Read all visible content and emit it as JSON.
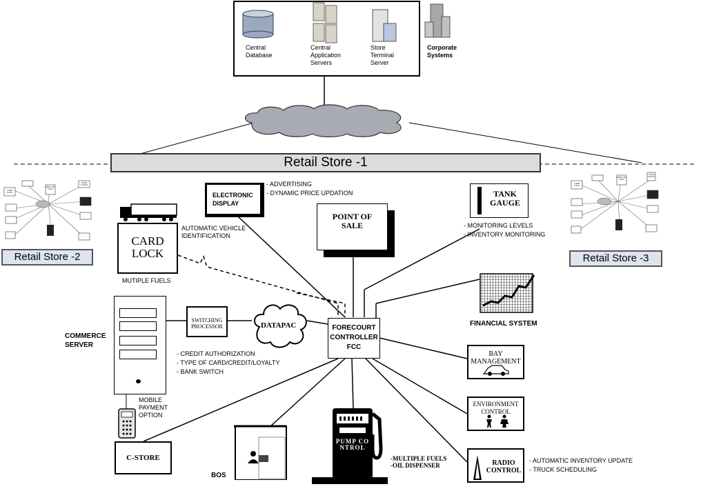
{
  "corporate": {
    "central_database": "Central Database",
    "central_app_servers": "Central Application Servers",
    "store_terminal_server": "Store Terminal Server",
    "corporate_systems": "Corporate Systems"
  },
  "store1": {
    "title": "Retail Store -1"
  },
  "store2": {
    "title": "Retail Store -2"
  },
  "store3": {
    "title": "Retail Store -3"
  },
  "mini_store": {
    "card_lock": "CARD LOCK",
    "tank_gauge": "TANK GAUGE",
    "point_of_sale": "POINT OF SALE"
  },
  "electronic_display": {
    "label": "ELECTRONIC DISPLAY",
    "notes": [
      "- ADVERTISING",
      "- DYNAMIC PRICE UPDATION"
    ]
  },
  "point_of_sale": {
    "label": "POINT OF SALE"
  },
  "tank_gauge": {
    "label": "TANK GAUGE",
    "notes": [
      "- MONITORING LEVELS",
      "- INVENTORY MONITORING"
    ]
  },
  "card_lock": {
    "label": "CARD LOCK",
    "note": "AUTOMATIC VEHICLE IDENTIFICATION",
    "caption": "MUTIPLE FUELS"
  },
  "financial_system": {
    "label": "FINANCIAL SYSTEM"
  },
  "commerce_server": {
    "label": "COMMERCE SERVER"
  },
  "switching_processor": {
    "label": "SWITCHING PROCESSOR"
  },
  "datapac": {
    "label": "DATAPAC"
  },
  "credit_notes": [
    "- CREDIT AUTHORIZATION",
    "- TYPE OF CARD/CREDIT/LOYALTY",
    "- BANK SWITCH"
  ],
  "fcc": {
    "line1": "FORECOURT",
    "line2": "CONTROLLER",
    "line3": "FCC"
  },
  "bay_management": {
    "label": "BAY MANAGEMENT"
  },
  "environment_control": {
    "label": "ENVIRONMENT CONTROL"
  },
  "mobile_payment": {
    "label": "MOBILE PAYMENT OPTION"
  },
  "c_store": {
    "label": "C-STORE"
  },
  "bos": {
    "label": "BOS"
  },
  "pump_control": {
    "label": "PUMP CONTROL",
    "notes": [
      "-MULTIPLE FUELS",
      "-OIL DISPENSER"
    ]
  },
  "radio_control": {
    "label": "RADIO CONTROL",
    "notes": [
      "- AUTOMATIC INVENTORY UPDATE",
      "- TRUCK SCHEDULING"
    ]
  }
}
